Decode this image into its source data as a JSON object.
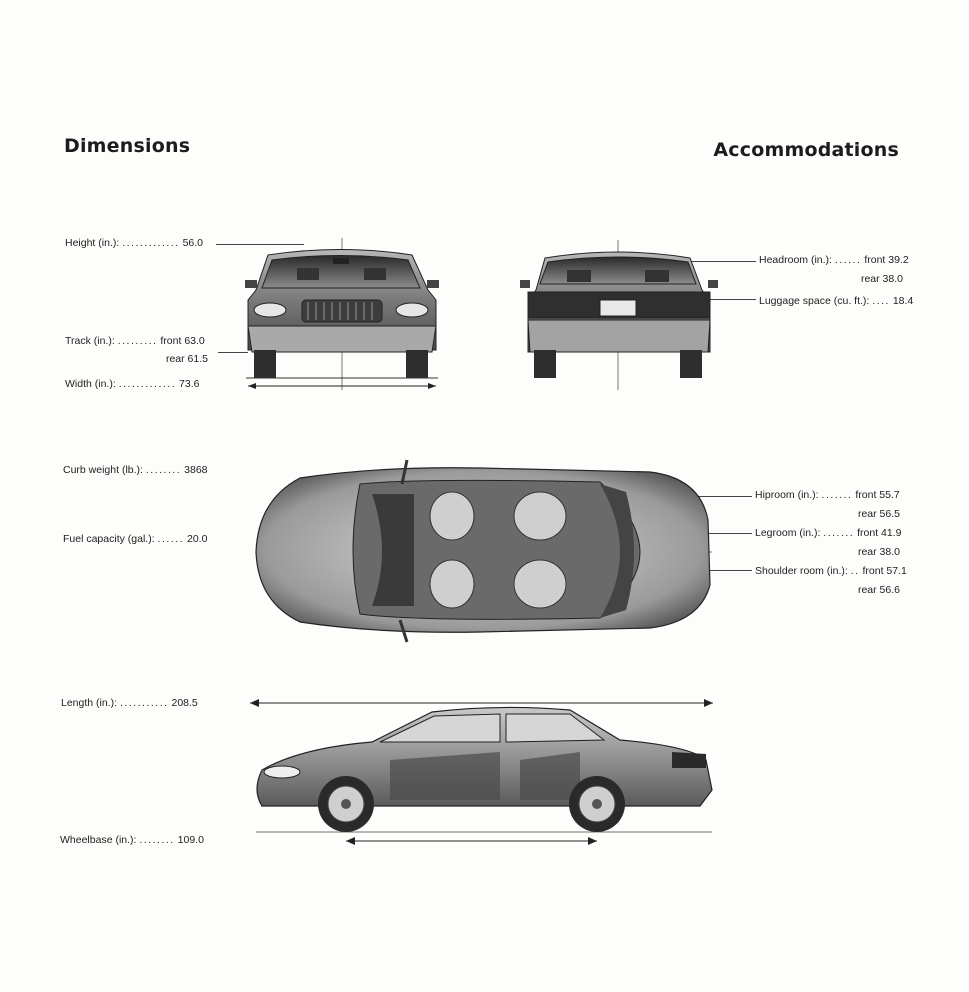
{
  "dimensions": {
    "title": "Dimensions",
    "height": {
      "label": "Height (in.):",
      "dots": ".............",
      "value": "56.0"
    },
    "track": {
      "label": "Track (in.):",
      "dots": ".........",
      "front": "front 63.0",
      "rear": "rear 61.5"
    },
    "width": {
      "label": "Width (in.):",
      "dots": ".............",
      "value": "73.6"
    },
    "curb_weight": {
      "label": "Curb weight (lb.):",
      "dots": "........",
      "value": "3868"
    },
    "fuel_capacity": {
      "label": "Fuel capacity (gal.):",
      "dots": "......",
      "value": "20.0"
    },
    "length": {
      "label": "Length (in.):",
      "dots": "...........",
      "value": "208.5"
    },
    "wheelbase": {
      "label": "Wheelbase (in.):",
      "dots": "........",
      "value": "109.0"
    }
  },
  "accommodations": {
    "title": "Accommodations",
    "headroom": {
      "label": "Headroom (in.):",
      "dots": "......",
      "front": "front 39.2",
      "rear": "rear 38.0"
    },
    "luggage": {
      "label": "Luggage space (cu. ft.):",
      "dots": "....",
      "value": "18.4"
    },
    "hiproom": {
      "label": "Hiproom (in.):",
      "dots": ".......",
      "front": "front 55.7",
      "rear": "rear 56.5"
    },
    "legroom": {
      "label": "Legroom (in.):",
      "dots": ".......",
      "front": "front 41.9",
      "rear": "rear 38.0"
    },
    "shoulder": {
      "label": "Shoulder room (in.):",
      "dots": "..",
      "front": "front 57.1",
      "rear": "rear 56.6"
    }
  },
  "colors": {
    "ink": "#1a1a1a",
    "paper": "#fdfdfb",
    "car_dark": "#3a3a3a",
    "car_mid": "#8a8a8a"
  },
  "illustrations": [
    "car-front-view",
    "car-rear-view",
    "car-top-view",
    "car-side-view"
  ]
}
